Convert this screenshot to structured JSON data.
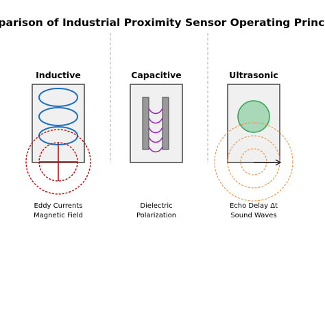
{
  "title": "Comparison of Industrial Proximity Sensor Operating Principles",
  "sensors": [
    {
      "name": "Inductive",
      "line1": "Eddy Currents",
      "line2": "Magnetic Field",
      "accent": "#1f6fbf",
      "field_color": "#c40000"
    },
    {
      "name": "Capacitive",
      "line1": "Dielectric",
      "line2": "Polarization",
      "accent": "#9b1fbf",
      "plate_color": "#999999"
    },
    {
      "name": "Ultrasonic",
      "line1": "Echo Delay Δt",
      "line2": "Sound Waves",
      "accent": "#f08c3c",
      "target_color": "#2ea44f"
    }
  ],
  "colors": {
    "box_fill": "#f0f0f0",
    "box_stroke": "#444444",
    "divider": "#aaaaaa"
  }
}
